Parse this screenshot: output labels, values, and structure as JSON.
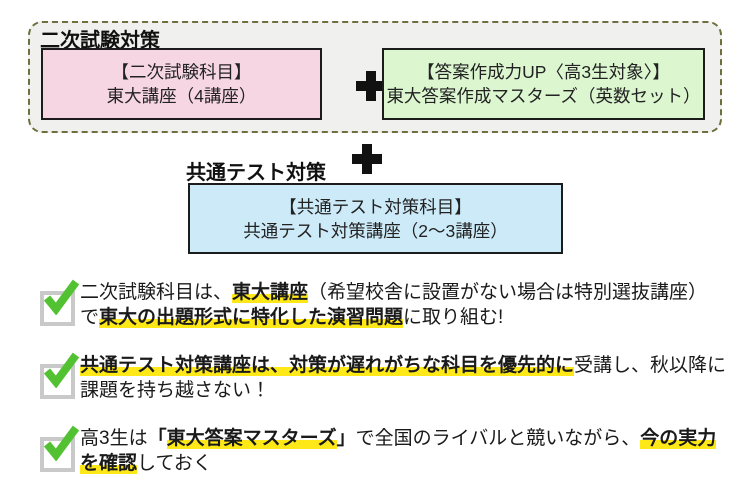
{
  "colors": {
    "pink": "#f6d6e2",
    "green": "#dcf6d0",
    "blue": "#cdeaf8",
    "olive": "#6f6f3e",
    "panelbg": "#f0f0ee",
    "boxborder": "#1c1c1c",
    "hl": "#ffe817",
    "check": "#53c232",
    "cbgray": "#c9c9c9"
  },
  "diagram": {
    "secondary": {
      "title": "二次試験対策",
      "pink_box": {
        "line1": "【二次試験科目】",
        "line2": "東大講座（4講座）"
      },
      "green_box": {
        "line1": "【答案作成力UP〈高3生対象〉】",
        "line2": "東大答案作成マスターズ（英数セット）"
      },
      "plus_icon": "plus"
    },
    "common": {
      "title": "共通テスト対策",
      "blue_box": {
        "line1": "【共通テスト対策科目】",
        "line2": "共通テスト対策講座（2～3講座）"
      },
      "plus_icon": "plus"
    }
  },
  "bullets": [
    {
      "lines": [
        [
          {
            "text": "二次試験科目は、"
          },
          {
            "text": "東大講座",
            "bold": true,
            "highlight": true
          },
          {
            "text": "（希望校舎に設置がない場合は特別選抜講座）"
          }
        ],
        [
          {
            "text": "で"
          },
          {
            "text": "東大の出題形式に特化した演習問題",
            "bold": true,
            "highlight": true
          },
          {
            "text": "に取り組む!"
          }
        ]
      ]
    },
    {
      "lines": [
        [
          {
            "text": "共通テスト対策講座は、対策が遅れがちな科目を優先的に",
            "bold": true,
            "highlight": true
          },
          {
            "text": "受講し、秋以降に"
          }
        ],
        [
          {
            "text": "課題を持ち越さない！"
          }
        ]
      ]
    },
    {
      "lines": [
        [
          {
            "text": "高3生は"
          },
          {
            "text": "「",
            "bold": true
          },
          {
            "text": "東大答案マスターズ",
            "bold": true,
            "highlight": true
          },
          {
            "text": "」",
            "bold": true
          },
          {
            "text": "で全国のライバルと競いながら、"
          },
          {
            "text": "今の実力",
            "bold": true,
            "highlight": true
          }
        ],
        [
          {
            "text": "を確認",
            "bold": true,
            "highlight": true
          },
          {
            "text": "しておく"
          }
        ]
      ]
    }
  ]
}
